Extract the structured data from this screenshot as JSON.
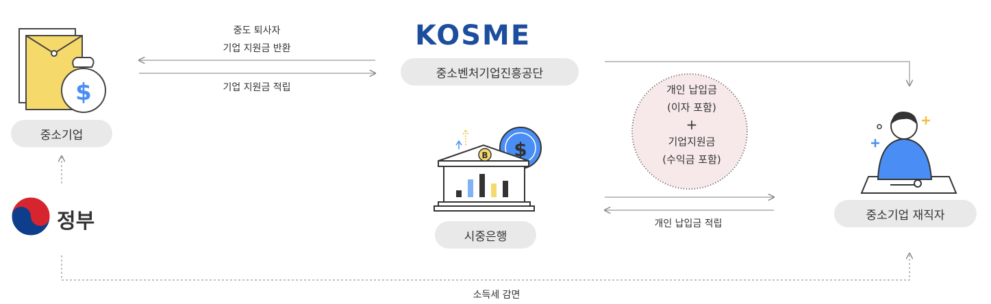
{
  "nodes": {
    "sme": "중소기업",
    "kosme_name": "중소벤처기업진흥공단",
    "kosme_logo": "KOSME",
    "bank": "시중은행",
    "employee": "중소기업 재직자",
    "government": "정부"
  },
  "arrows": {
    "return_line1": "중도 퇴사자",
    "return_line2": "기업 지원금 반환",
    "company_contribution": "기업 지원금 적립",
    "personal_contribution": "개인 납입금 적립",
    "tax_relief": "소득세 감면"
  },
  "fund_circle": {
    "line1": "개인 납입금",
    "line2": "(이자 포함)",
    "plus": "+",
    "line3": "기업지원금",
    "line4": "(수익금 포함)"
  },
  "icons": {
    "bank_coin_letter": "B",
    "dollar_sign": "$"
  },
  "colors": {
    "kosme_blue": "#1d4e9e",
    "pill_gray": "#e9e9e9",
    "circle_pink": "#f7e9ea",
    "employee_shirt": "#4a8ef5",
    "envelope_yellow": "#f6d96b",
    "gov_red": "#d6252f",
    "gov_blue": "#0e3d8c"
  }
}
